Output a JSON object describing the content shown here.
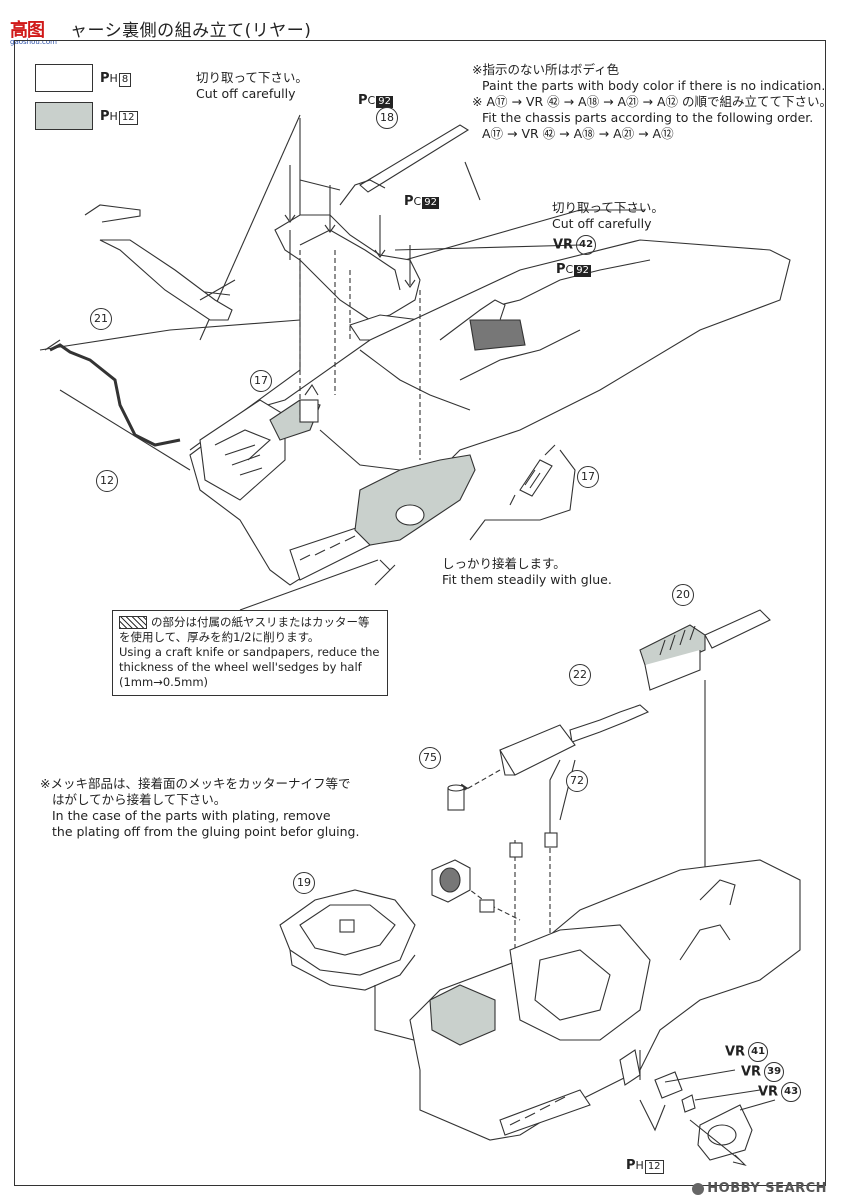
{
  "header": {
    "logo_text": "高图",
    "logo_sub": "gaoshou.com",
    "title": "ャーシ裏側の組み立て(リヤー)"
  },
  "legend": {
    "white_ref": "8",
    "gray_ref": "12",
    "ph_prefix": "H",
    "pc_prefix": "C"
  },
  "notes": {
    "body_color_jp": "※指示のない所はボディ色",
    "body_color_en": "Paint the parts with body color if there is no indication.",
    "order_jp": "※ A⑰ → VR ㊷ → A⑱ → A㉑ → A⑫ の順で組み立てて下さい。",
    "order_en1": "Fit the chassis parts according to the following order.",
    "order_en2": "A⑰ → VR ㊷ → A⑱ → A㉑ → A⑫",
    "cut1_jp": "切り取って下さい。",
    "cut1_en": "Cut off carefully",
    "cut2_jp": "切り取って下さい。",
    "cut2_en": "Cut off carefully",
    "glue_jp": "しっかり接着します。",
    "glue_en": "Fit them steadily with glue.",
    "plating_jp1": "※メッキ部品は、接着面のメッキをカッターナイフ等で",
    "plating_jp2": "はがしてから接着して下さい。",
    "plating_en1": "In the case of the parts with plating, remove",
    "plating_en2": "the plating off from the gluing point befor gluing."
  },
  "note_box": {
    "jp1": "の部分は付属の紙ヤスリまたはカッター等",
    "jp2": "を使用して、厚みを約1/2に削ります。",
    "en1": "Using a craft knife or sandpapers, reduce the",
    "en2": "thickness of the wheel well'sedges by half",
    "en3": "(1mm→0.5mm)"
  },
  "refs": {
    "pc92_a": "92",
    "pc92_b": "92",
    "pc92_c": "92",
    "ph12_bottom": "12"
  },
  "parts": {
    "p18": "18",
    "p21": "21",
    "p12": "12",
    "p17a": "17",
    "p17b": "17",
    "p20": "20",
    "p22": "22",
    "p75": "75",
    "p72": "72",
    "p19": "19"
  },
  "vr_parts": {
    "vr42": {
      "prefix": "VR",
      "num": "42"
    },
    "vr41": {
      "prefix": "VR",
      "num": "41"
    },
    "vr39": {
      "prefix": "VR",
      "num": "39"
    },
    "vr43": {
      "prefix": "VR",
      "num": "43"
    }
  },
  "watermark": {
    "text": "HOBBY SEARCH"
  },
  "colors": {
    "line": "#333333",
    "gray_fill": "#c9d0cc",
    "logo_red": "#d01818"
  }
}
